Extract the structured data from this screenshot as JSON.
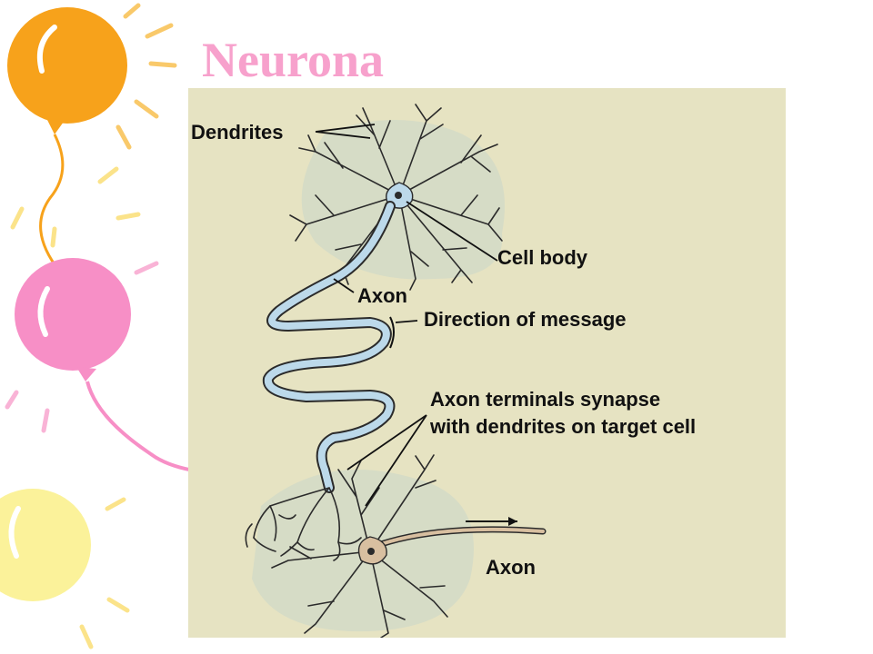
{
  "slide": {
    "title": "Neurona"
  },
  "figure": {
    "labels": {
      "dendrites": "Dendrites",
      "cell_body": "Cell body",
      "axon_top": "Axon",
      "direction": "Direction of message",
      "terminals_line1": "Axon terminals synapse",
      "terminals_line2": "with dendrites on target cell",
      "axon_bottom": "Axon"
    }
  },
  "colors": {
    "title": "#f7a1cc",
    "panel_bg": "#e6e3c2",
    "halo": "#d6dcc6",
    "neuron_top": "#bcd9ea",
    "neuron_outline": "#2b2b2b",
    "neuron_target": "#d8bfa0",
    "balloon_orange": "#f7a21b",
    "balloon_pink": "#f78fc6",
    "balloon_yellow": "#fbf29a"
  }
}
